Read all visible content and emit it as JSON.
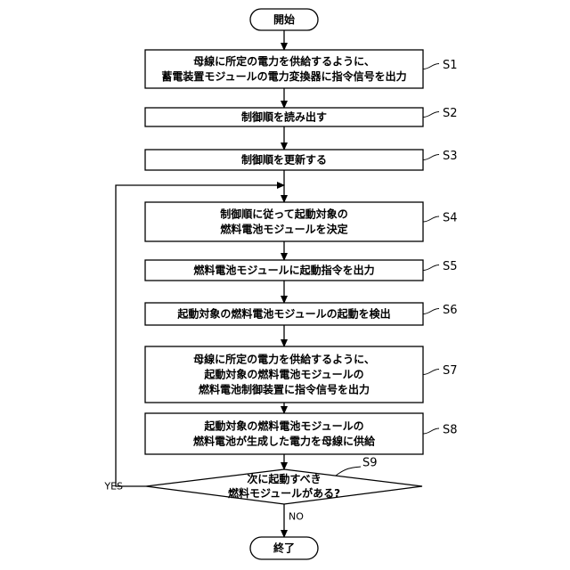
{
  "flowchart": {
    "start": "開始",
    "end": "終了",
    "steps": [
      {
        "id": "s1",
        "step_label": "S1",
        "lines": [
          "母線に所定の電力を供給するように、",
          "蓄電装置モジュールの電力変換器に指令信号を出力"
        ]
      },
      {
        "id": "s2",
        "step_label": "S2",
        "lines": [
          "制御順を読み出す"
        ]
      },
      {
        "id": "s3",
        "step_label": "S3",
        "lines": [
          "制御順を更新する"
        ]
      },
      {
        "id": "s4",
        "step_label": "S4",
        "lines": [
          "制御順に従って起動対象の",
          "燃料電池モジュールを決定"
        ]
      },
      {
        "id": "s5",
        "step_label": "S5",
        "lines": [
          "燃料電池モジュールに起動指令を出力"
        ]
      },
      {
        "id": "s6",
        "step_label": "S6",
        "lines": [
          "起動対象の燃料電池モジュールの起動を検出"
        ]
      },
      {
        "id": "s7",
        "step_label": "S7",
        "lines": [
          "母線に所定の電力を供給するように、",
          "起動対象の燃料電池モジュールの",
          "燃料電池制御装置に指令信号を出力"
        ]
      },
      {
        "id": "s8",
        "step_label": "S8",
        "lines": [
          "起動対象の燃料電池モジュールの",
          "燃料電池が生成した電力を母線に供給"
        ]
      }
    ],
    "decision": {
      "id": "s9",
      "step_label": "S9",
      "lines": [
        "次に起動すべき",
        "燃料モジュールがある?"
      ],
      "yes_label": "YES",
      "no_label": "NO"
    }
  }
}
